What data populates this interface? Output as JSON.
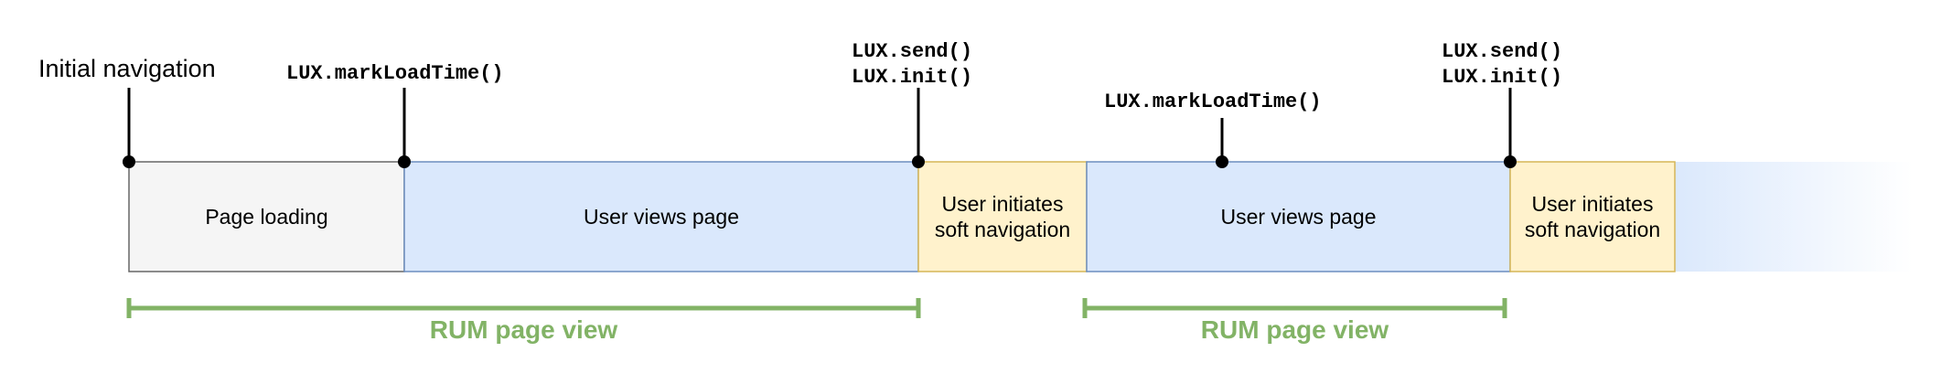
{
  "colors": {
    "gray_fill": "#f5f5f5",
    "gray_stroke": "#666666",
    "blue_fill": "#dae8fc",
    "blue_stroke": "#6c8ebf",
    "yellow_fill": "#fff2cc",
    "yellow_stroke": "#d6b656",
    "green": "#82b366",
    "black": "#000000"
  },
  "blocks": [
    {
      "label_lines": [
        "Page loading"
      ],
      "style": "gray"
    },
    {
      "label_lines": [
        "User views page"
      ],
      "style": "blue"
    },
    {
      "label_lines": [
        "User initiates",
        "soft navigation"
      ],
      "style": "yellow"
    },
    {
      "label_lines": [
        "User views page"
      ],
      "style": "blue"
    },
    {
      "label_lines": [
        "User initiates",
        "soft navigation"
      ],
      "style": "yellow"
    }
  ],
  "markers": [
    {
      "lines": [
        "Initial navigation"
      ],
      "font": "sans"
    },
    {
      "lines": [
        "LUX.markLoadTime()"
      ],
      "font": "mono"
    },
    {
      "lines": [
        "LUX.send()",
        "LUX.init()"
      ],
      "font": "mono"
    },
    {
      "lines": [
        "LUX.markLoadTime()"
      ],
      "font": "mono"
    },
    {
      "lines": [
        "LUX.send()",
        "LUX.init()"
      ],
      "font": "mono"
    }
  ],
  "ranges": [
    {
      "label": "RUM page view"
    },
    {
      "label": "RUM page view"
    }
  ]
}
